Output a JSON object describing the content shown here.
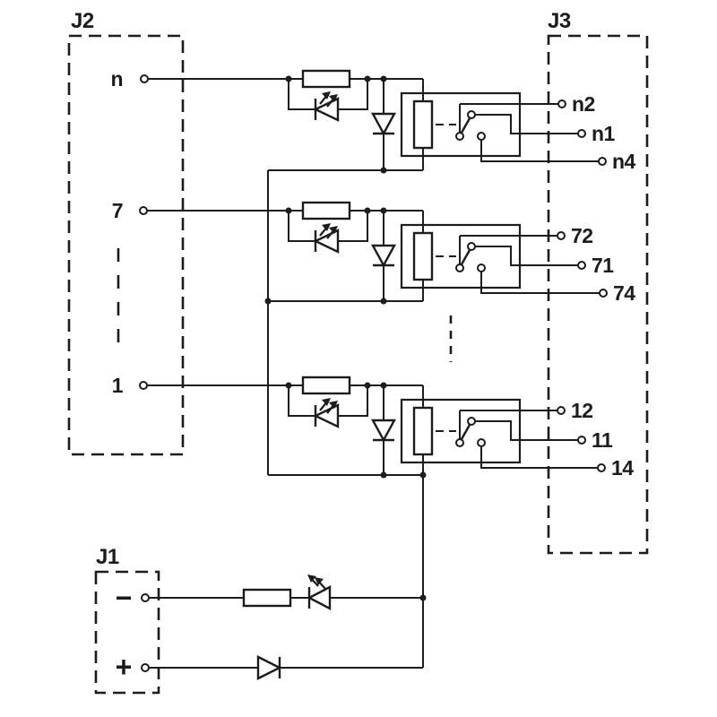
{
  "connectors": {
    "j2": {
      "label": "J2"
    },
    "j3": {
      "label": "J3"
    },
    "j1": {
      "label": "J1",
      "minus_label": "−",
      "plus_label": "+"
    }
  },
  "channels": [
    {
      "input": "n",
      "nc_out": "n2",
      "com_out": "n1",
      "no_out": "n4"
    },
    {
      "input": "7",
      "nc_out": "72",
      "com_out": "71",
      "no_out": "74"
    },
    {
      "input": "1",
      "nc_out": "12",
      "com_out": "11",
      "no_out": "14"
    }
  ],
  "colors": {
    "line": "#1c1c1c",
    "background": "#ffffff"
  }
}
